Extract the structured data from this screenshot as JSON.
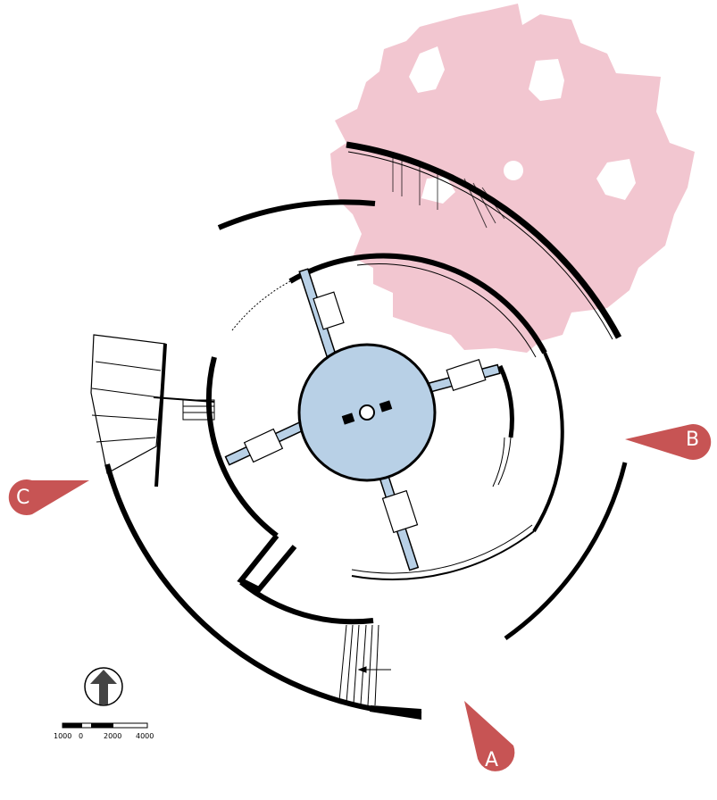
{
  "markers": [
    {
      "id": "A",
      "label": "A"
    },
    {
      "id": "B",
      "label": "B"
    },
    {
      "id": "C",
      "label": "C"
    }
  ],
  "scale_bar": {
    "labels": [
      "1000",
      "0",
      "2000",
      "4000"
    ]
  },
  "north_arrow": {
    "icon": "north-arrow-icon"
  },
  "colors": {
    "canopy": "#f2c6d0",
    "core": "#b8d0e6",
    "marker": "#c75454",
    "wall": "#000000"
  }
}
